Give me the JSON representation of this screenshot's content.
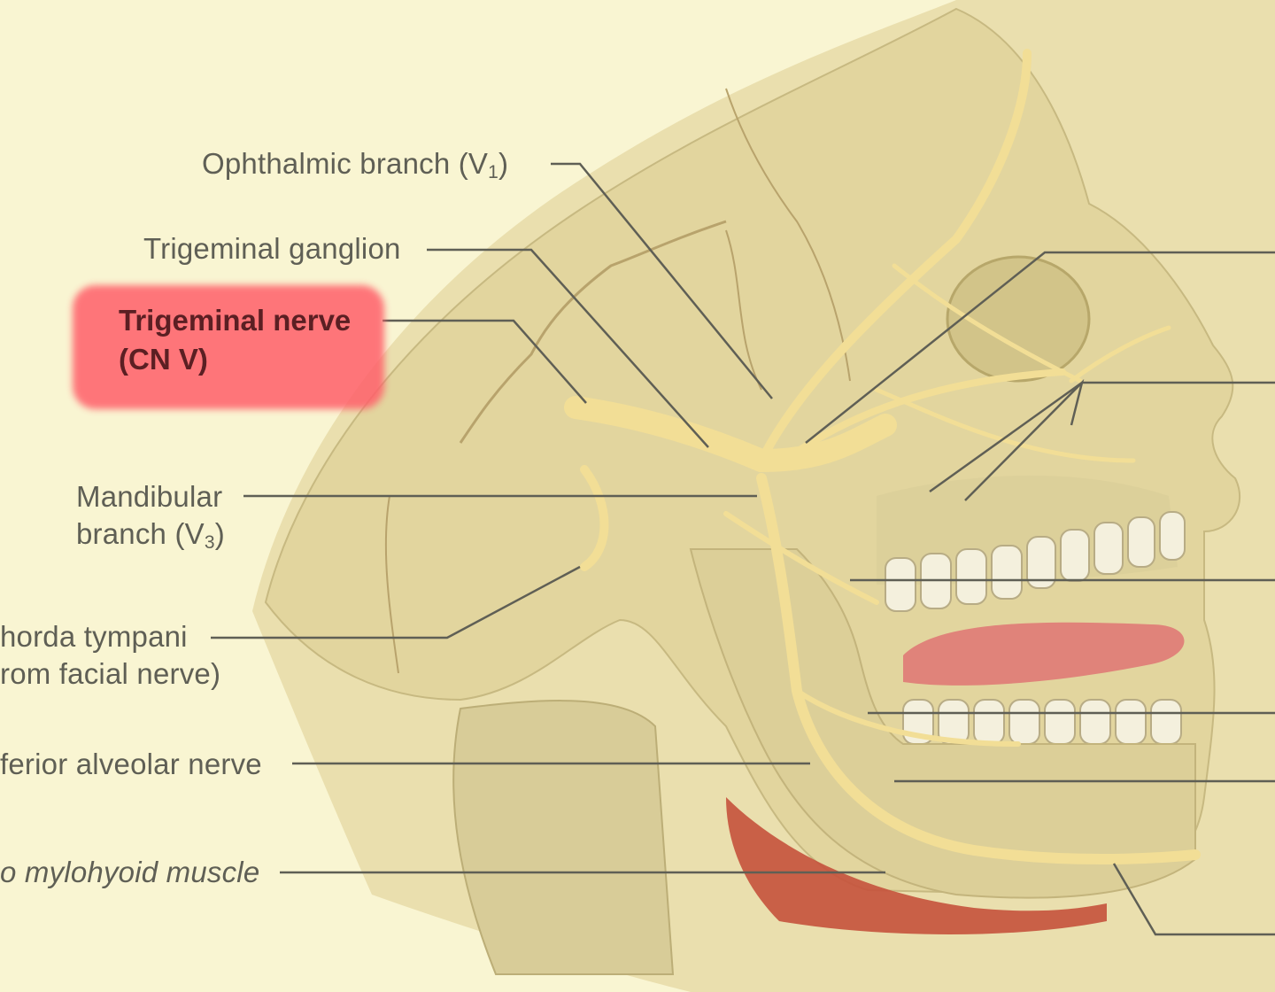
{
  "labels": {
    "ophthalmic": {
      "text": "Ophthalmic branch (V",
      "sub": "1",
      "close": ")"
    },
    "trigeminal_ganglion": "Trigeminal ganglion",
    "trigeminal_nerve_line1": "Trigeminal nerve",
    "trigeminal_nerve_line2": "(CN V)",
    "mandibular_line1": "Mandibular",
    "mandibular_line2": {
      "text": "branch (V",
      "sub": "3",
      "close": ")"
    },
    "chorda_line1": "horda tympani",
    "chorda_line2": "rom facial nerve)",
    "inferior_alveolar": "ferior alveolar nerve",
    "mylohyoid": "o mylohyoid muscle"
  },
  "colors": {
    "background": "#f9f5d2",
    "bone": "#e3d9a5",
    "nerve": "#f2de96",
    "highlight": "#ff5f6a",
    "leader": "#5f5f55",
    "muscle": "#c5523c",
    "tongue": "#e0837a"
  }
}
